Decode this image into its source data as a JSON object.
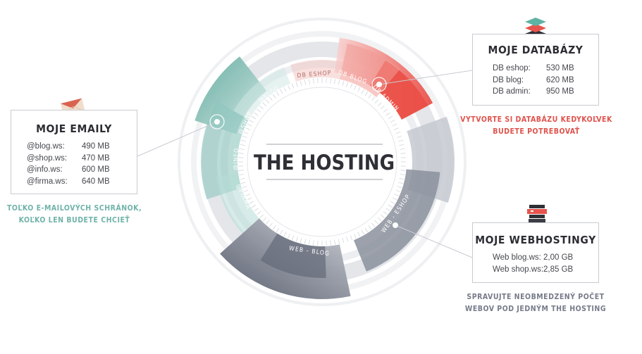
{
  "center_title": "THE HOSTING",
  "ring_labels": {
    "db_eshop": "DB ESHOP",
    "db_blog": "DB BLOG",
    "db_admin": "DB ADMIN",
    "mail_blog": "@BLOG",
    "mail_shop": "@SHOP",
    "mail_info": "@INFO",
    "mail_firma": "@FIRMA",
    "web_blog": "WEB - BLOG",
    "web_eshop": "WEB - ESHOP"
  },
  "databases": {
    "title": "MOJE DATABÁZY",
    "icon": "database-stack-icon",
    "rows": [
      {
        "name": "DB eshop:",
        "size": "530 MB"
      },
      {
        "name": "DB blog:",
        "size": "620 MB"
      },
      {
        "name": "DB admin:",
        "size": "950 MB"
      }
    ],
    "caption": [
      "VYTVORTE SI DATABÁZU KEDYKOĽVEK",
      "BUDETE POTREBOVAŤ"
    ]
  },
  "emails": {
    "title": "MOJE EMAILY",
    "icon": "envelope-icon",
    "rows": [
      {
        "name": "@blog.ws:",
        "size": "490 MB"
      },
      {
        "name": "@shop.ws:",
        "size": "470 MB"
      },
      {
        "name": "@info.ws:",
        "size": "600 MB"
      },
      {
        "name": "@firma.ws:",
        "size": "640 MB"
      }
    ],
    "caption": [
      "TOĽKO E-MAILOVÝCH SCHRÁNOK,",
      "KOĽKO LEN BUDETE CHCIEŤ"
    ]
  },
  "webhosting": {
    "title": "MOJE WEBHOSTINGY",
    "icon": "server-icon",
    "rows": [
      {
        "name": "Web blog.ws:",
        "size": "2,00 GB"
      },
      {
        "name": "Web shop.ws:",
        "size": "2,85 GB"
      }
    ],
    "caption": [
      "SPRAVUJTE NEOBMEDZENÝ POČET",
      "WEBOV POD JEDNÝM THE HOSTING"
    ]
  },
  "colors": {
    "database": "#e8534c",
    "email": "#6fb3a9",
    "webhosting": "#767b89",
    "ring_base": "#dcdee3",
    "text": "#2b2d33"
  }
}
